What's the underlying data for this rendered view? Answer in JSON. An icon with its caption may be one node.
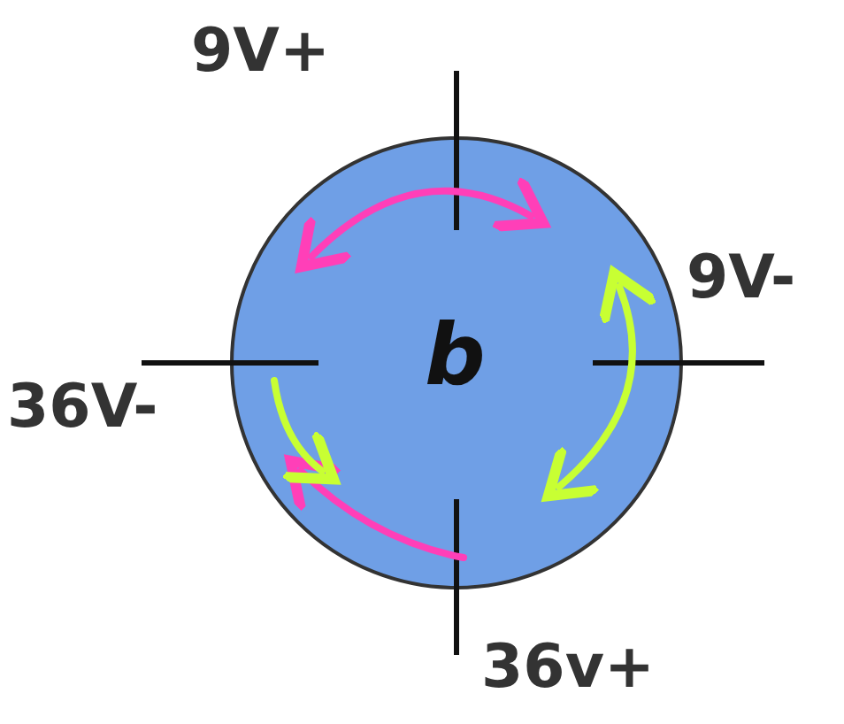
{
  "diagram": {
    "nodes": [
      {
        "text": [
          "b"
        ]
      }
    ],
    "labels": [
      "9V+",
      "9V-",
      "36V-",
      "36v+"
    ]
  }
}
